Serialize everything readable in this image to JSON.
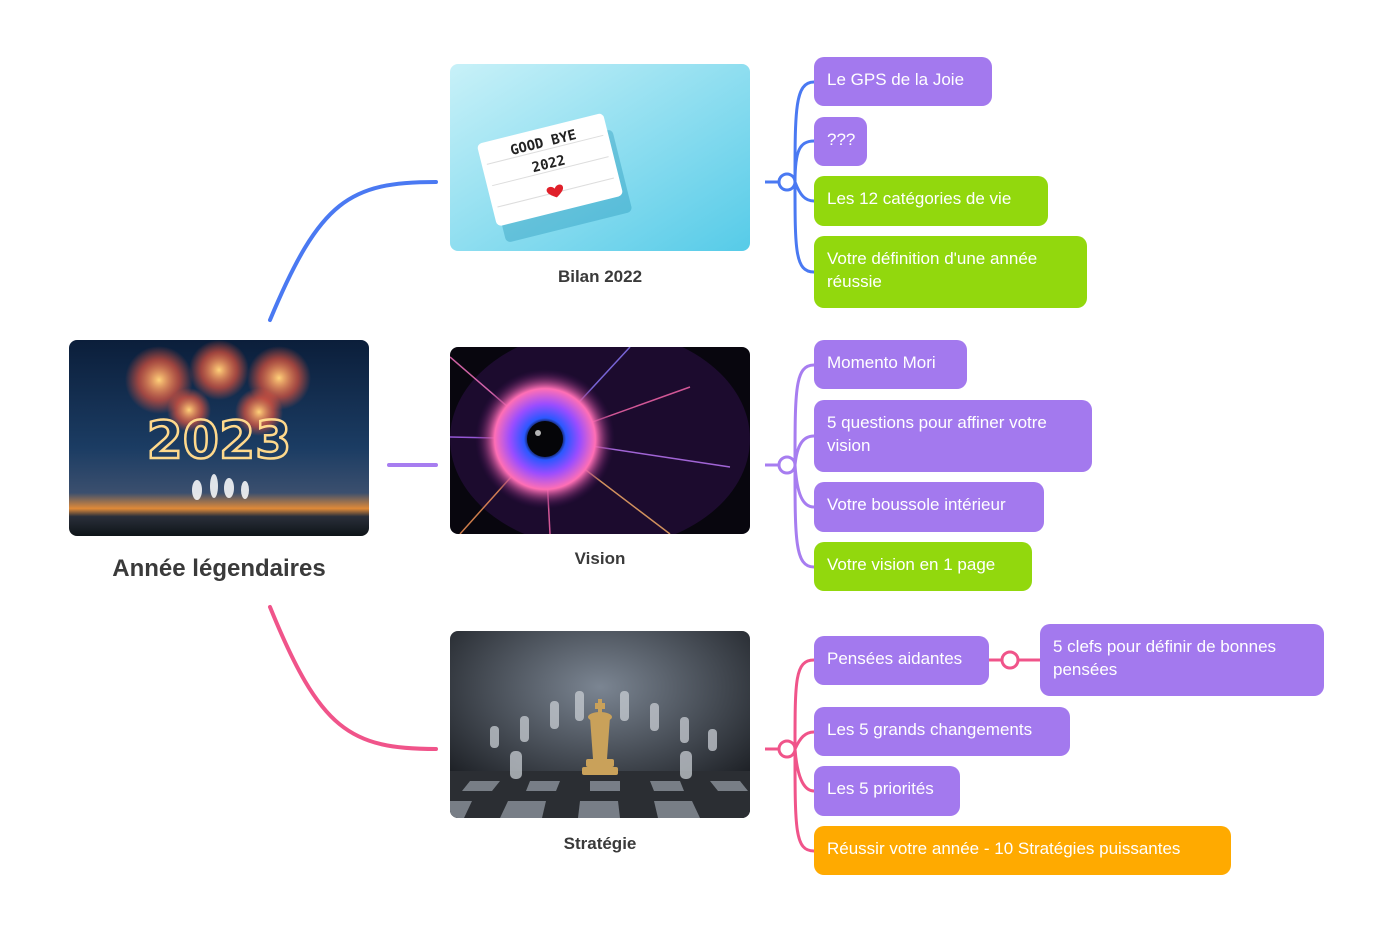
{
  "root": {
    "label": "Année légendaires",
    "image": "fireworks-2023-photo"
  },
  "colors": {
    "branch_blue": "#4a79f2",
    "branch_purple": "#a77df0",
    "branch_pink": "#f0548a",
    "chip_purple": "#a379ee",
    "chip_green": "#92d80d",
    "chip_orange": "#ffaa00"
  },
  "branches": [
    {
      "label": "Bilan 2022",
      "image": "good-bye-2022-lightbox-photo",
      "image_text_1": "GOOD BYE",
      "image_text_2": "2022",
      "topics": [
        "Le GPS de la Joie",
        "???",
        "Les 12 catégories de vie",
        "Votre définition d'une année réussie"
      ]
    },
    {
      "label": "Vision",
      "image": "eye-fiber-optic-photo",
      "topics": [
        "Momento Mori",
        "5 questions pour affiner votre vision",
        "Votre boussole intérieur",
        "Votre vision en 1 page"
      ]
    },
    {
      "label": "Stratégie",
      "image": "chess-king-photo",
      "topics": [
        "Pensées aidantes",
        "Les 5 grands changements",
        "Les 5 priorités",
        "Réussir votre année - 10 Stratégies puissantes"
      ],
      "subtopic": "5 clefs pour définir de bonnes pensées"
    }
  ]
}
